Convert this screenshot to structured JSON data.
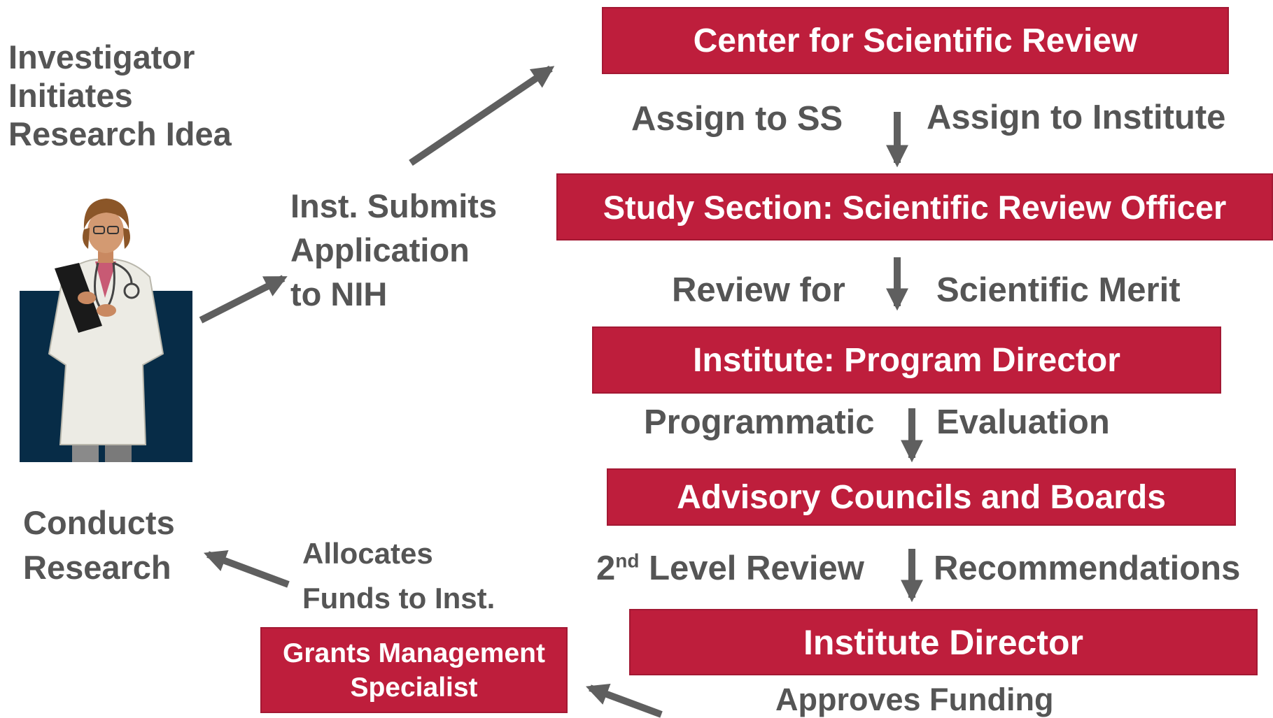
{
  "colors": {
    "box_fill": "#be1e3c",
    "text_gray": "#555555",
    "arrow_gray": "#5f5f5f",
    "figure_bg": "#072c47"
  },
  "investigator": {
    "lines": [
      "Investigator",
      "Initiates",
      "Research Idea"
    ]
  },
  "submits": {
    "lines": [
      "Inst. Submits",
      "Application",
      "to NIH"
    ]
  },
  "conducts": {
    "lines": [
      "Conducts",
      "Research"
    ]
  },
  "allocates": {
    "lines": [
      "Allocates",
      "Funds to Inst."
    ]
  },
  "boxes": {
    "csr": "Center for Scientific Review",
    "study_section": "Study Section: Scientific Review Officer",
    "program_director": "Institute: Program Director",
    "councils": "Advisory Councils and Boards",
    "institute_director": "Institute Director",
    "grants_mgmt": [
      "Grants Management",
      "Specialist"
    ]
  },
  "steps": {
    "assign_ss": "Assign to SS",
    "assign_institute": "Assign to Institute",
    "review_for": "Review for",
    "scientific_merit": "Scientific Merit",
    "programmatic": "Programmatic",
    "evaluation": "Evaluation",
    "second_level_prefix": "2",
    "second_level_sup": "nd",
    "second_level_rest": " Level Review",
    "recommendations": "Recommendations",
    "approves_funding": "Approves Funding"
  },
  "icons": {
    "figure": "doctor-figure",
    "arrows": "arrow-icon"
  }
}
